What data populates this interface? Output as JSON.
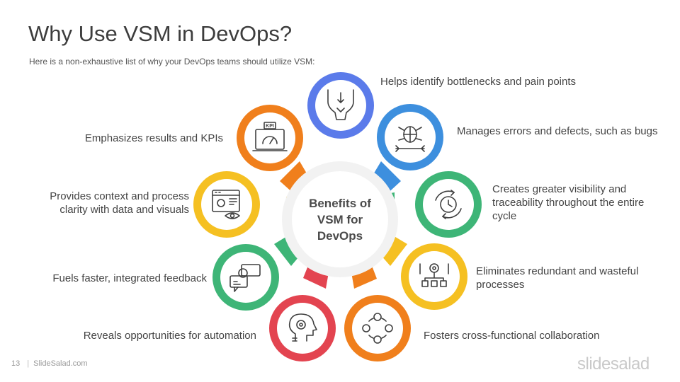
{
  "slide": {
    "title": "Why Use VSM in DevOps?",
    "subtitle": "Here is a non-exhaustive list of why your DevOps teams should utilize VSM:"
  },
  "center": {
    "line1": "Benefits of",
    "line2": "VSM for",
    "line3": "DevOps"
  },
  "benefits": [
    {
      "text": "Helps identify bottlenecks and pain points",
      "icon": "funnel-icon",
      "color": "#5B7BEA"
    },
    {
      "text": "Manages errors and defects, such as bugs",
      "icon": "bug-wrench-icon",
      "color": "#3D8FDE"
    },
    {
      "text": "Creates greater visibility and traceability throughout the entire cycle",
      "icon": "clock-cycle-icon",
      "color": "#3EB577"
    },
    {
      "text": "Eliminates redundant and wasteful processes",
      "icon": "process-gear-icon",
      "color": "#F5C022"
    },
    {
      "text": "Fosters cross-functional collaboration",
      "icon": "collaboration-icon",
      "color": "#F07F1C"
    },
    {
      "text": "Reveals opportunities for automation",
      "icon": "brain-gear-icon",
      "color": "#E34450"
    },
    {
      "text": "Fuels faster, integrated feedback",
      "icon": "feedback-chat-icon",
      "color": "#3EB577"
    },
    {
      "text": "Provides context and process clarity with data and visuals",
      "icon": "dashboard-eye-icon",
      "color": "#F5C022"
    },
    {
      "text": "Emphasizes results and KPIs",
      "icon": "kpi-monitor-icon",
      "color": "#F07F1C"
    }
  ],
  "footer": {
    "page_number": "13",
    "source": "SlideSalad.com",
    "logo": "slidesalad"
  }
}
